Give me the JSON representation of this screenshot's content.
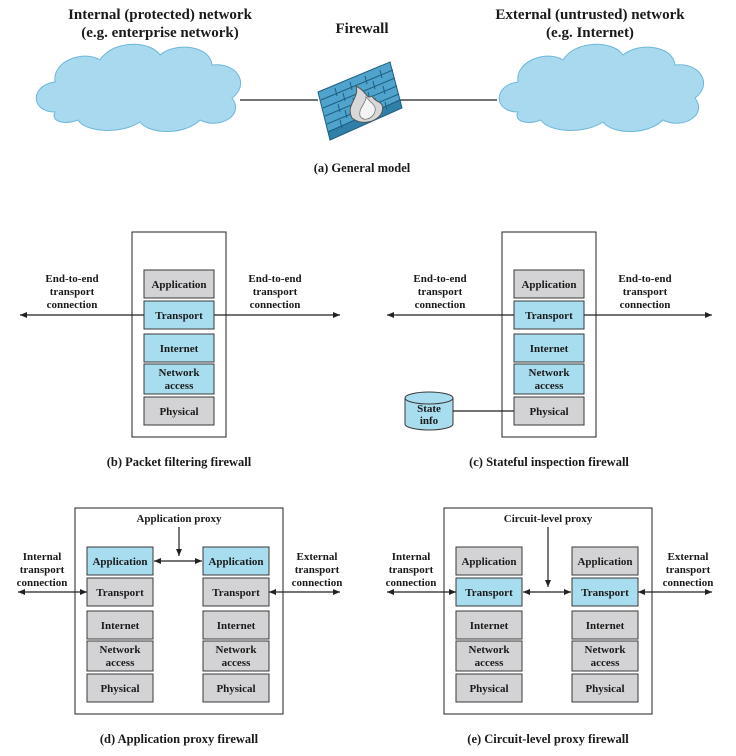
{
  "general": {
    "internal_line1": "Internal (protected) network",
    "internal_line2": "(e.g. enterprise network)",
    "firewall": "Firewall",
    "external_line1": "External (untrusted) network",
    "external_line2": "(e.g. Internet)",
    "caption": "(a) General model"
  },
  "layers": {
    "application": "Application",
    "transport": "Transport",
    "internet": "Internet",
    "network1": "Network",
    "network2": "access",
    "physical": "Physical"
  },
  "conn": {
    "e2e1": "End-to-end",
    "e2e2": "transport",
    "e2e3": "connection",
    "int1": "Internal",
    "int2": "transport",
    "int3": "connection",
    "ext1": "External",
    "ext2": "transport",
    "ext3": "connection"
  },
  "state": {
    "line1": "State",
    "line2": "info"
  },
  "proxies": {
    "app": "Application proxy",
    "circuit": "Circuit-level proxy"
  },
  "captions": {
    "b": "(b) Packet filtering firewall",
    "c": "(c) Stateful inspection firewall",
    "d": "(d) Application proxy firewall",
    "e": "(e) Circuit-level proxy firewall"
  },
  "colors": {
    "highlight_layer": "#a8dcef",
    "plain_layer": "#d3d3d5",
    "cloud": "#a9d9ef"
  }
}
